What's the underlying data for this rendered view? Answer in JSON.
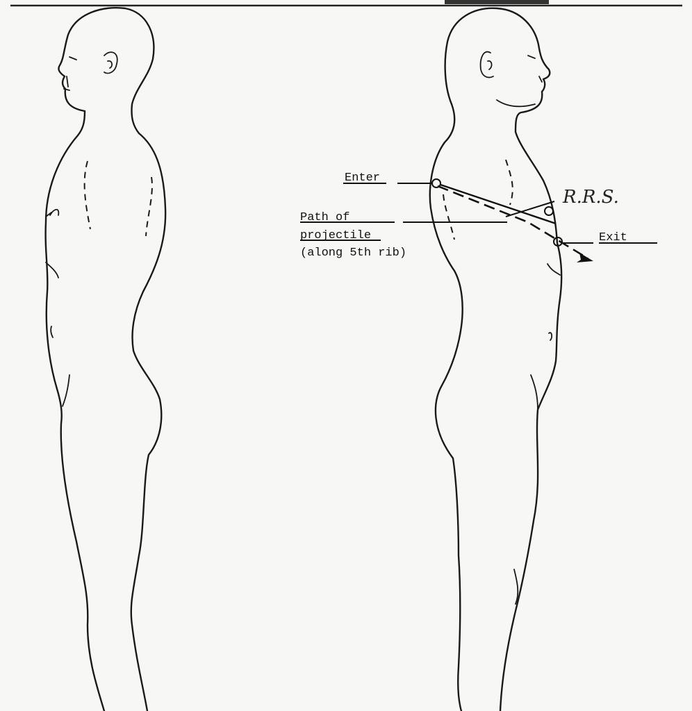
{
  "labels": {
    "enter": "Enter",
    "path_line1": "Path of",
    "path_line2": "projectile",
    "path_line3": "(along 5th rib)",
    "exit": "Exit",
    "initials": "R.R.S."
  }
}
